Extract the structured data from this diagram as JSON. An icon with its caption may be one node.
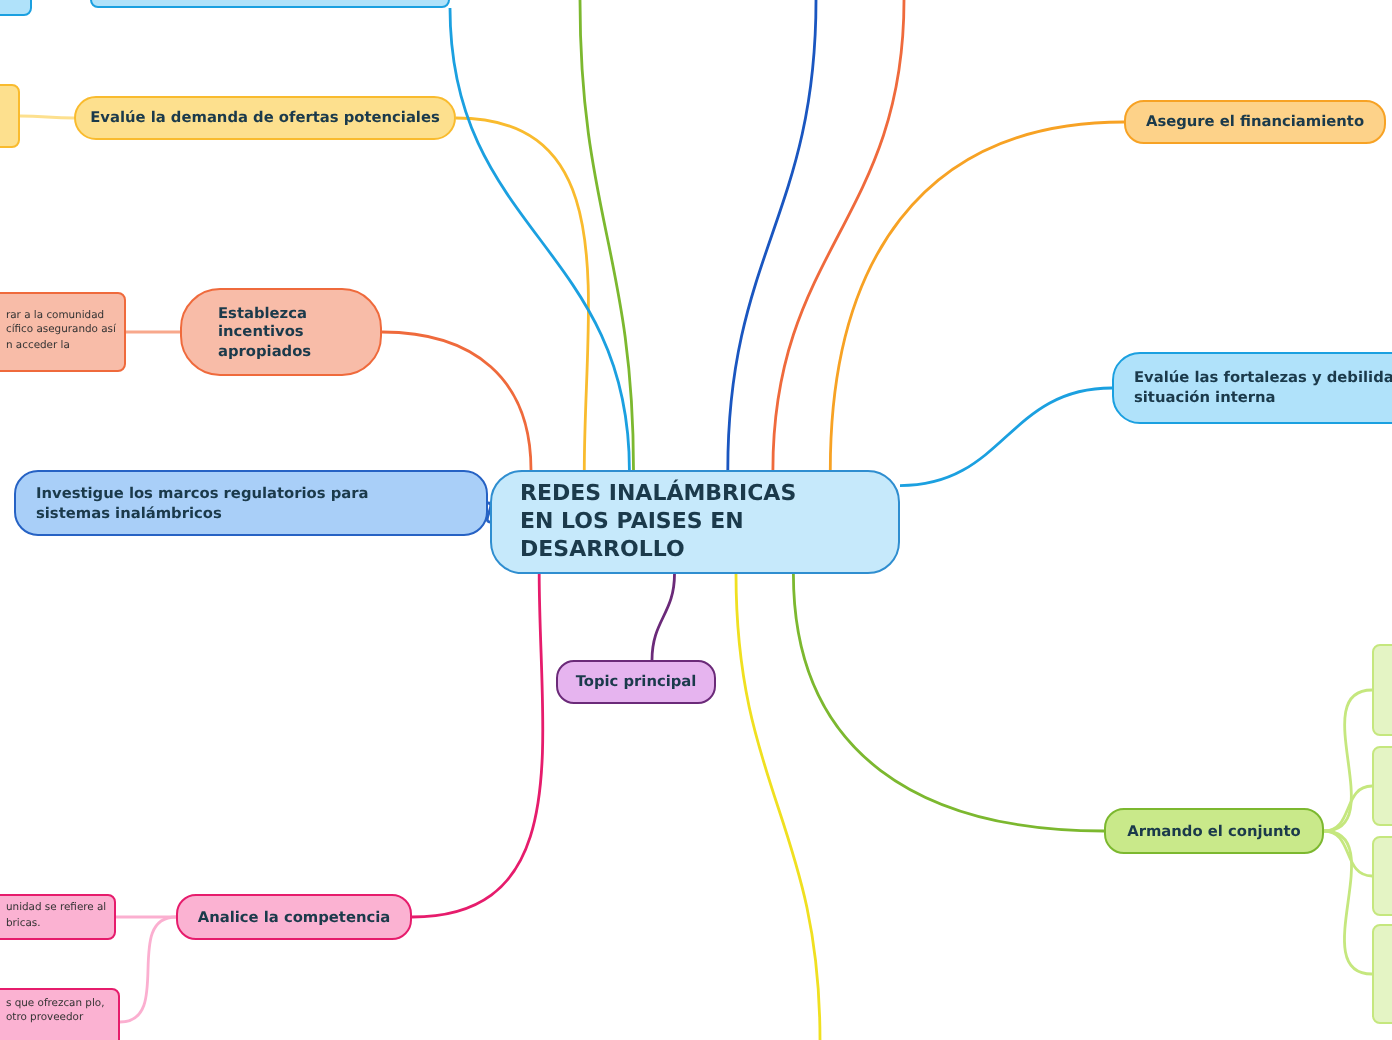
{
  "diagram": {
    "nodes": [
      {
        "text": [
          "REDES INALÁMBRICAS EN LOS PAISES EN DESARROLLO"
        ]
      },
      {
        "text": [
          "Evalúe la demanda de ofertas potenciales"
        ]
      },
      {
        "text": [],
        "shape": "box"
      },
      {
        "text": [
          "Establezca incentivos apropiados"
        ]
      },
      {
        "text": [
          "rar a la comunidad cífico asegurando así n acceder la"
        ]
      },
      {
        "text": [
          "Investigue los marcos regulatorios para sistemas inalámbricos"
        ]
      },
      {
        "text": [
          "Topic principal"
        ]
      },
      {
        "text": [
          "Analice la competencia"
        ]
      },
      {
        "text": [
          "unidad se refiere al bricas."
        ]
      },
      {
        "text": [
          "s que ofrezcan plo, otro proveedor"
        ]
      },
      {
        "text": [
          "Asegure el financiamiento"
        ]
      },
      {
        "text": [
          "Evalúe las fortalezas y debilida situación interna"
        ]
      },
      {
        "text": [
          "Armando el conjunto"
        ]
      },
      {
        "text": [],
        "shape": "box"
      },
      {
        "text": [],
        "shape": "box"
      },
      {
        "text": [],
        "shape": "box"
      },
      {
        "text": [],
        "shape": "box"
      },
      {
        "text": [],
        "shape": "box"
      },
      {
        "text": [],
        "shape": "box"
      }
    ],
    "edges": [
      {
        "from": 0,
        "to": 1,
        "arrow": "none",
        "color": "#f9bb2e"
      },
      {
        "from": 1,
        "to": 2,
        "arrow": "none",
        "color": "#fde08e"
      },
      {
        "from": 0,
        "to": 3,
        "arrow": "none",
        "color": "#ef6a3c"
      },
      {
        "from": 3,
        "to": 4,
        "arrow": "none",
        "color": "#f8a88c"
      },
      {
        "from": 0,
        "to": 5,
        "arrow": "none",
        "color": "#2662c4"
      },
      {
        "from": 0,
        "to": 6,
        "arrow": "none",
        "color": "#6b2a79"
      },
      {
        "from": 0,
        "to": 7,
        "arrow": "none",
        "color": "#e61c6c"
      },
      {
        "from": 7,
        "to": 8,
        "arrow": "none",
        "color": "#fbafd0"
      },
      {
        "from": 7,
        "to": 9,
        "arrow": "none",
        "color": "#fbafd0"
      },
      {
        "from": 0,
        "to": 10,
        "arrow": "none",
        "color": "#f7a224"
      },
      {
        "from": 0,
        "to": 11,
        "arrow": "none",
        "color": "#1ba0e0"
      },
      {
        "from": 0,
        "to": 12,
        "arrow": "none",
        "color": "#7cb82f"
      },
      {
        "from": 12,
        "to": 13,
        "arrow": "none",
        "color": "#c5e77e"
      },
      {
        "from": 12,
        "to": 14,
        "arrow": "none",
        "color": "#c5e77e"
      },
      {
        "from": 12,
        "to": 15,
        "arrow": "none",
        "color": "#c5e77e"
      },
      {
        "from": 12,
        "to": 16,
        "arrow": "none",
        "color": "#c5e77e"
      },
      {
        "from": 0,
        "to": 17,
        "arrow": "none",
        "color": "#1ba0e0"
      },
      {
        "from": 0,
        "to": null,
        "arrow": "none",
        "color": "#7cb82f"
      },
      {
        "from": 0,
        "to": null,
        "arrow": "none",
        "color": "#1a56c0"
      },
      {
        "from": 0,
        "to": null,
        "arrow": "none",
        "color": "#ef6a3c"
      },
      {
        "from": 0,
        "to": null,
        "arrow": "none",
        "color": "#f0e020"
      }
    ]
  }
}
